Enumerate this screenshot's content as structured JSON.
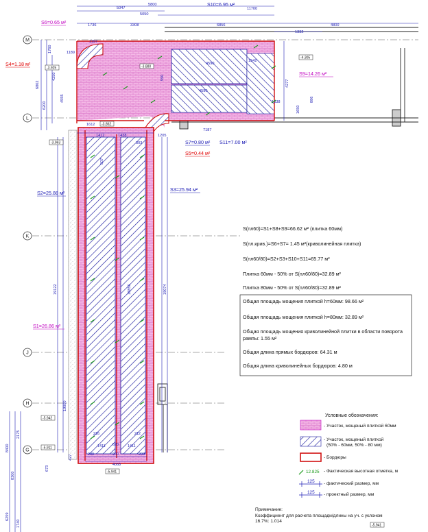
{
  "areas": {
    "s1": "S1=26.86 м²",
    "s2": "S2=25.88 м²",
    "s3": "S3=25.94 м²",
    "s4": "S4=1.18 м²",
    "s5": "S5=0.44 м²",
    "s6": "S6=0.65 м²",
    "s7": "S7=0.80 м²",
    "s9": "S9=14.26 м²",
    "s10": "S10=6.95 м²",
    "s11": "S11=7.00 м²"
  },
  "axes": [
    "M",
    "L",
    "K",
    "J",
    "H",
    "G"
  ],
  "dimensions": {
    "top": [
      "5047",
      "5800",
      "5050",
      "S10=6.95 м²",
      "11700",
      "4800",
      "1736",
      "3308",
      "6856",
      "1332",
      "1197",
      "4590",
      "1542",
      "4590",
      "1338",
      "7187",
      "1205",
      "303",
      "1412",
      "1438",
      "1612"
    ],
    "left_vertical": [
      "6802",
      "6200",
      "4555",
      "4250",
      "1760",
      "1189",
      "19122",
      "19000",
      "8400",
      "8300",
      "6259",
      "2175",
      "1740",
      "673",
      "427"
    ],
    "right_vertical": [
      "4277",
      "1650",
      "886",
      "19074",
      "18856",
      "507",
      "550"
    ],
    "bottom": [
      "200",
      "1411",
      "620",
      "1411",
      "200",
      "4068",
      "216",
      "212",
      "200"
    ],
    "elevations": [
      "-5.942",
      "-5.911",
      "-5.941",
      "-3.880",
      "-3.862",
      "-3.925",
      "-4.305",
      "-3.963",
      "-5.941"
    ]
  },
  "summary": {
    "line1": "S(пл60)=S1+S8+S9=66.62 м² (плитка 60мм)",
    "line2": "S(пл.крив.)=S6+S7= 1.45 м²(криволинейная плитка)",
    "line3": "S(пл60/80)=S2+S3+S10+S11=65.77 м²",
    "line4": "Плитка 60мм - 50% от S(пл60/80)=32.89 м²",
    "line5": "Плитка 80мм - 50% от S(пл60/80)=32.89 м²",
    "line6": "Общая площадь мощения плиткой h=60мм: 98.66 м²",
    "line7": "Общая площадь мощения плиткой h=80мм: 32.89 м²",
    "line8": "Общая площадь мощения криволинейной плитки в области поворота",
    "line8b": "рампы: 1.55 м²",
    "line9": "Общая длина прямых бордюров: 64.31 м",
    "line10": "Общая длина криволинейных бордюров: 4.80 м"
  },
  "legend": {
    "title": "Условные обозначения:",
    "item1": "- Участок, мощеный плиткой 60мм",
    "item2a": "- Участок, мощеный плиткой",
    "item2b": "(50% - 60мм, 50% - 80 мм)",
    "item3": "- Бордюры",
    "elev_sample": "12.825",
    "item4": "- Фактическая высотная отметка, м",
    "dim_sample1": "125",
    "item5": "- фактический размер, мм",
    "dim_sample2": "125",
    "item6": "- проектный размер, мм"
  },
  "note": {
    "title": "Примечание:",
    "line1": "Коэффициент для расчета площади/длины на уч. с уклоном",
    "line2": "16.7%: 1.014"
  },
  "colors": {
    "pink_fill": "#f4b8e6",
    "hatch_blue": "#1a1aa0",
    "border_red": "#d01010",
    "dim_blue": "#1a1ab4",
    "elev_green": "#1a9a1a",
    "magenta": "#c000c0",
    "red_label": "#e00000",
    "axis_gray": "#333333"
  }
}
